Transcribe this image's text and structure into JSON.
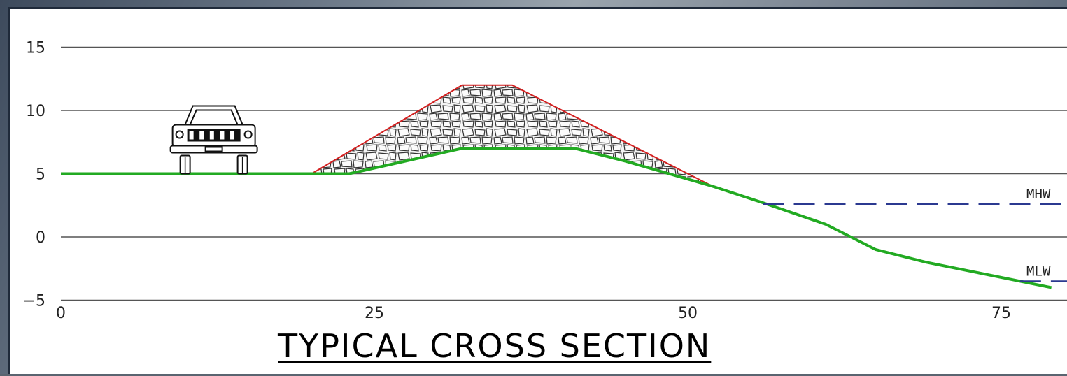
{
  "title": "TYPICAL CROSS SECTION",
  "y_ticks": [
    "15",
    "10",
    "5",
    "0",
    "−5"
  ],
  "x_ticks": [
    "0",
    "25",
    "50",
    "75"
  ],
  "water_levels": {
    "mhw": "MHW",
    "mlw": "MLW"
  },
  "chart_data": {
    "type": "line",
    "title": "TYPICAL CROSS SECTION",
    "xlim": [
      0,
      80
    ],
    "ylim": [
      -5,
      15
    ],
    "grid": true,
    "ground_profile": {
      "x": [
        0,
        23,
        32,
        41,
        45,
        52,
        56,
        61,
        65,
        69,
        73,
        79
      ],
      "y": [
        5,
        5,
        7,
        7,
        6,
        4,
        2.7,
        1,
        -1,
        -2,
        -2.8,
        -4
      ]
    },
    "revetment_outline": {
      "x": [
        20,
        32,
        36,
        52
      ],
      "y": [
        5,
        12,
        12,
        4
      ]
    },
    "water_levels": [
      {
        "name": "MHW",
        "y": 2.6,
        "x_start": 56
      },
      {
        "name": "MLW",
        "y": -3.5,
        "x_start": 76.5
      }
    ],
    "vehicle_x": 12.2,
    "colors": {
      "ground": "#22aa22",
      "revetment_edge": "#d42020",
      "water": "#2b3990",
      "grid": "#555555"
    }
  }
}
